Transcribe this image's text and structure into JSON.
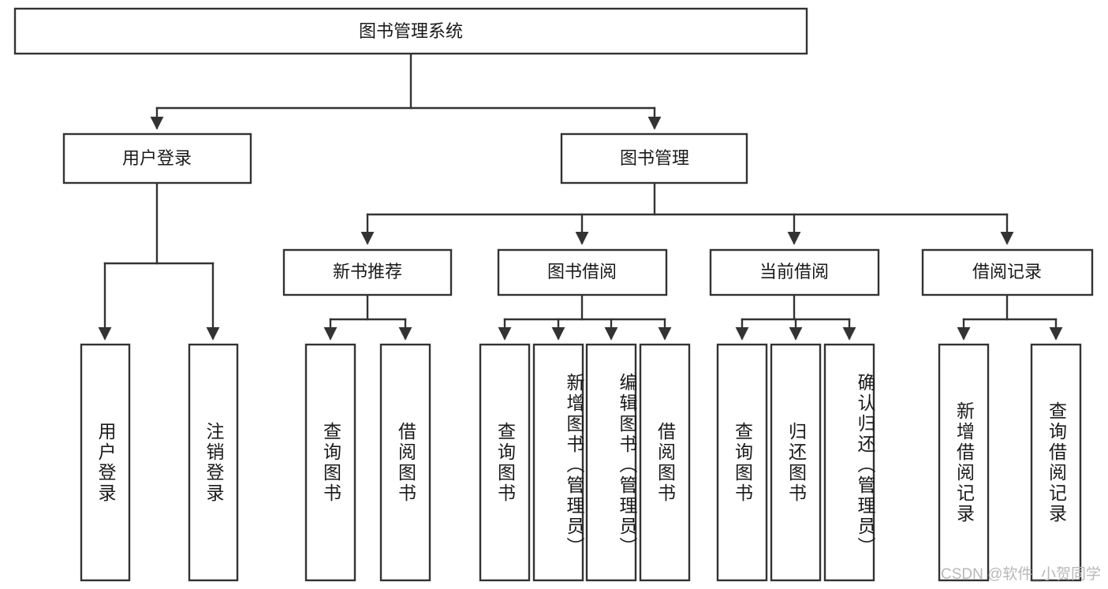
{
  "diagram": {
    "type": "tree-flowchart",
    "orientation": "top-down",
    "root": {
      "label": "图书管理系统"
    },
    "level2": [
      {
        "label": "用户登录"
      },
      {
        "label": "图书管理"
      }
    ],
    "level3": [
      {
        "label": "新书推荐"
      },
      {
        "label": "图书借阅"
      },
      {
        "label": "当前借阅"
      },
      {
        "label": "借阅记录"
      }
    ],
    "leaves": {
      "user_login": [
        {
          "label": "用户登录"
        },
        {
          "label": "注销登录"
        }
      ],
      "new_book_recommend": [
        {
          "label": "查询图书"
        },
        {
          "label": "借阅图书"
        }
      ],
      "book_borrow": [
        {
          "label": "查询图书"
        },
        {
          "label": "新增图书（管理员）"
        },
        {
          "label": "编辑图书（管理员）"
        },
        {
          "label": "借阅图书"
        }
      ],
      "current_borrow": [
        {
          "label": "查询图书"
        },
        {
          "label": "归还图书"
        },
        {
          "label": "确认归还（管理员）"
        }
      ],
      "borrow_record": [
        {
          "label": "新增借阅记录"
        },
        {
          "label": "查询借阅记录"
        }
      ]
    }
  },
  "watermark": {
    "text": "CSDN @软件_小贺同学"
  },
  "colors": {
    "stroke": "#333333",
    "box_fill": "#ffffff",
    "text": "#1a1a1a",
    "watermark": "#b8b8b8",
    "background": "#ffffff"
  }
}
